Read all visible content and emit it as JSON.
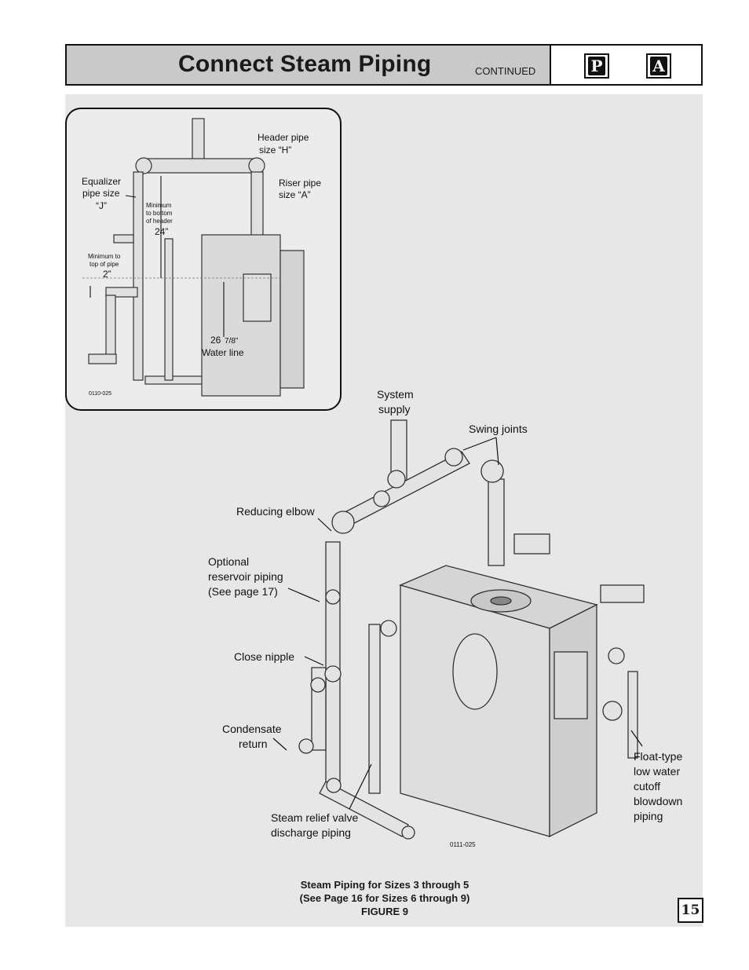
{
  "header": {
    "title": "Connect Steam Piping",
    "continued": "CONTINUED",
    "badge_p": "P",
    "badge_a": "A"
  },
  "inset": {
    "labels": {
      "header_pipe_1": "Header pipe",
      "header_pipe_2": "size “H”",
      "riser_pipe_1": "Riser pipe",
      "riser_pipe_2": "size “A”",
      "equalizer_1": "Equalizer",
      "equalizer_2": "pipe size",
      "equalizer_3": "“J”",
      "min_bottom_1": "Minimum",
      "min_bottom_2": "to bottom",
      "min_bottom_3": "of header",
      "min_bottom_value": "24”",
      "min_top_1": "Minimum to",
      "min_top_2": "top of pipe",
      "min_top_value": "2”",
      "waterline_value_main": "26",
      "waterline_value_frac": "7/8”",
      "waterline_label": "Water line",
      "figure_code": "0110-025"
    }
  },
  "main_figure": {
    "labels": {
      "system_supply_1": "System",
      "system_supply_2": "supply",
      "swing_joints": "Swing joints",
      "reducing_elbow": "Reducing elbow",
      "optional_1": "Optional",
      "optional_2": "reservoir piping",
      "optional_3": "(See page 17)",
      "close_nipple": "Close nipple",
      "condensate_1": "Condensate",
      "condensate_2": "return",
      "relief_1": "Steam relief valve",
      "relief_2": "discharge piping",
      "float_1": "Float-type",
      "float_2": "low water",
      "float_3": "cutoff",
      "float_4": "blowdown",
      "float_5": "piping",
      "figure_code": "0111-025"
    }
  },
  "caption": {
    "line1": "Steam Piping for Sizes 3 through 5",
    "line2": "(See Page 16 for Sizes 6 through 9)",
    "line3": "FIGURE 9"
  },
  "page_number": "15"
}
